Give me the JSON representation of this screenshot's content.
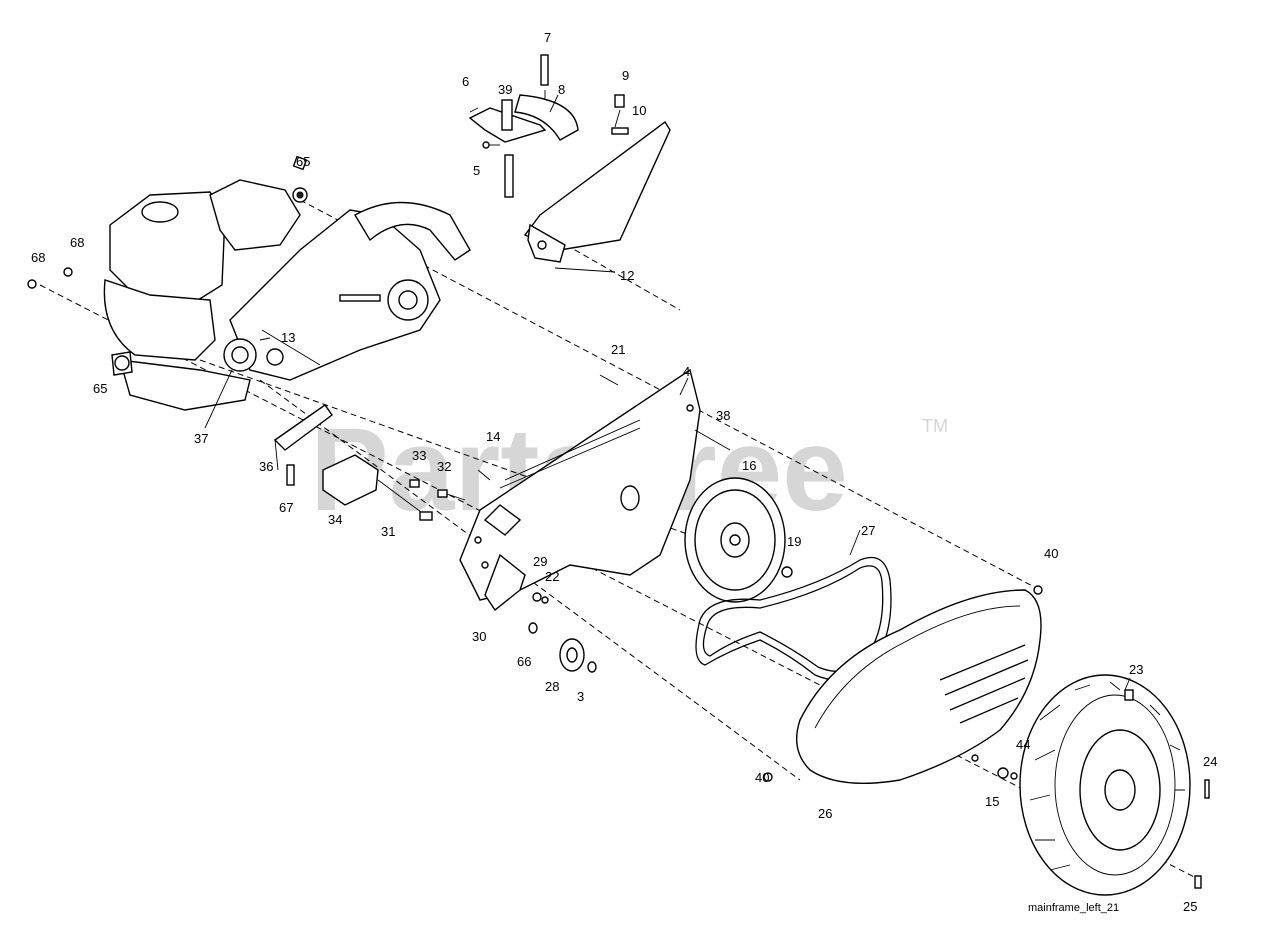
{
  "watermark": {
    "text": "PartsTree",
    "trademark": "TM"
  },
  "diagram_id": "mainframe_left_21",
  "callouts": [
    "7",
    "6",
    "39",
    "8",
    "9",
    "10",
    "5",
    "12",
    "65",
    "68",
    "68",
    "13",
    "65",
    "37",
    "21",
    "4",
    "38",
    "14",
    "36",
    "33",
    "32",
    "16",
    "67",
    "34",
    "31",
    "27",
    "40",
    "29",
    "22",
    "19",
    "30",
    "66",
    "28",
    "3",
    "23",
    "44",
    "24",
    "40",
    "26",
    "15",
    "25"
  ],
  "colors": {
    "line": "#000000",
    "watermark": "#d6d6d6",
    "background": "#ffffff"
  }
}
